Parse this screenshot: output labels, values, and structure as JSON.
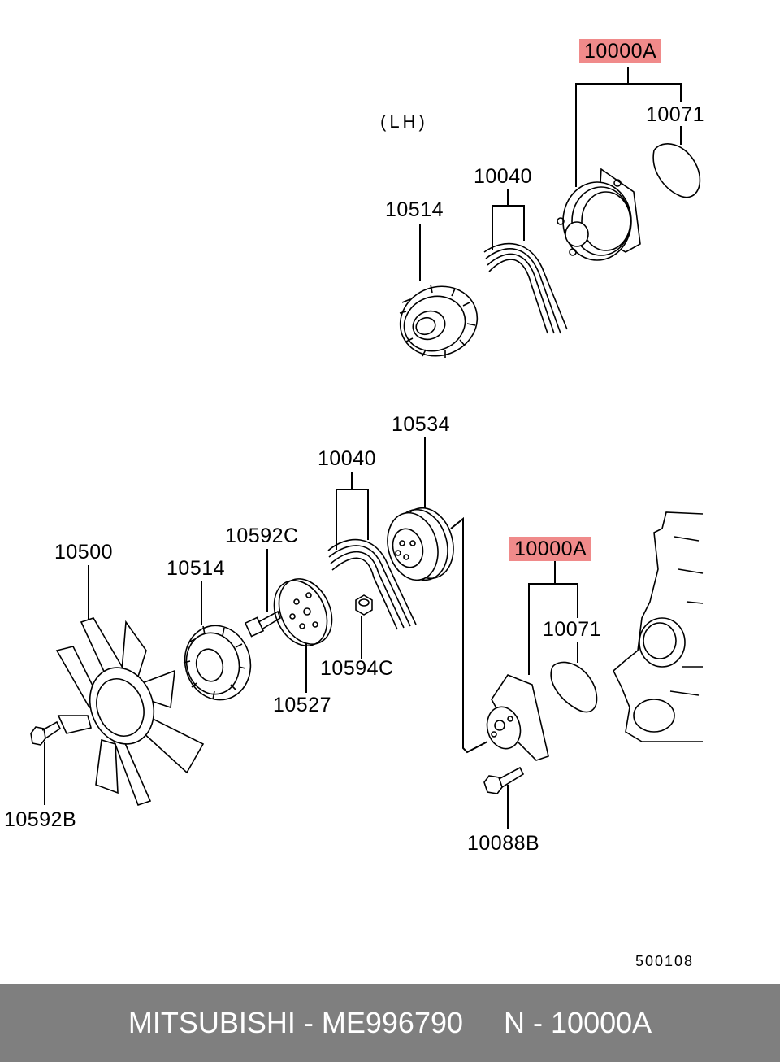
{
  "diagram": {
    "lh_label": "(LH)",
    "figure_code": "500108",
    "labels": {
      "top_assembly": "10000A",
      "top_gasket": "10071",
      "top_belt": "10040",
      "top_clutch": "10514",
      "pulley": "10534",
      "mid_belt": "10040",
      "bolt_c": "10592C",
      "fan": "10500",
      "mid_clutch": "10514",
      "low_assembly": "10000A",
      "low_gasket": "10071",
      "nut": "10594C",
      "spacer": "10527",
      "bolt_b": "10592B",
      "pump_bolt": "10088B"
    },
    "highlight_color": "#f08a8a"
  },
  "footer": {
    "brand": "MITSUBISHI",
    "part_number": "ME996790",
    "ref": "N - 10000A",
    "background": "#7f7f7f"
  }
}
